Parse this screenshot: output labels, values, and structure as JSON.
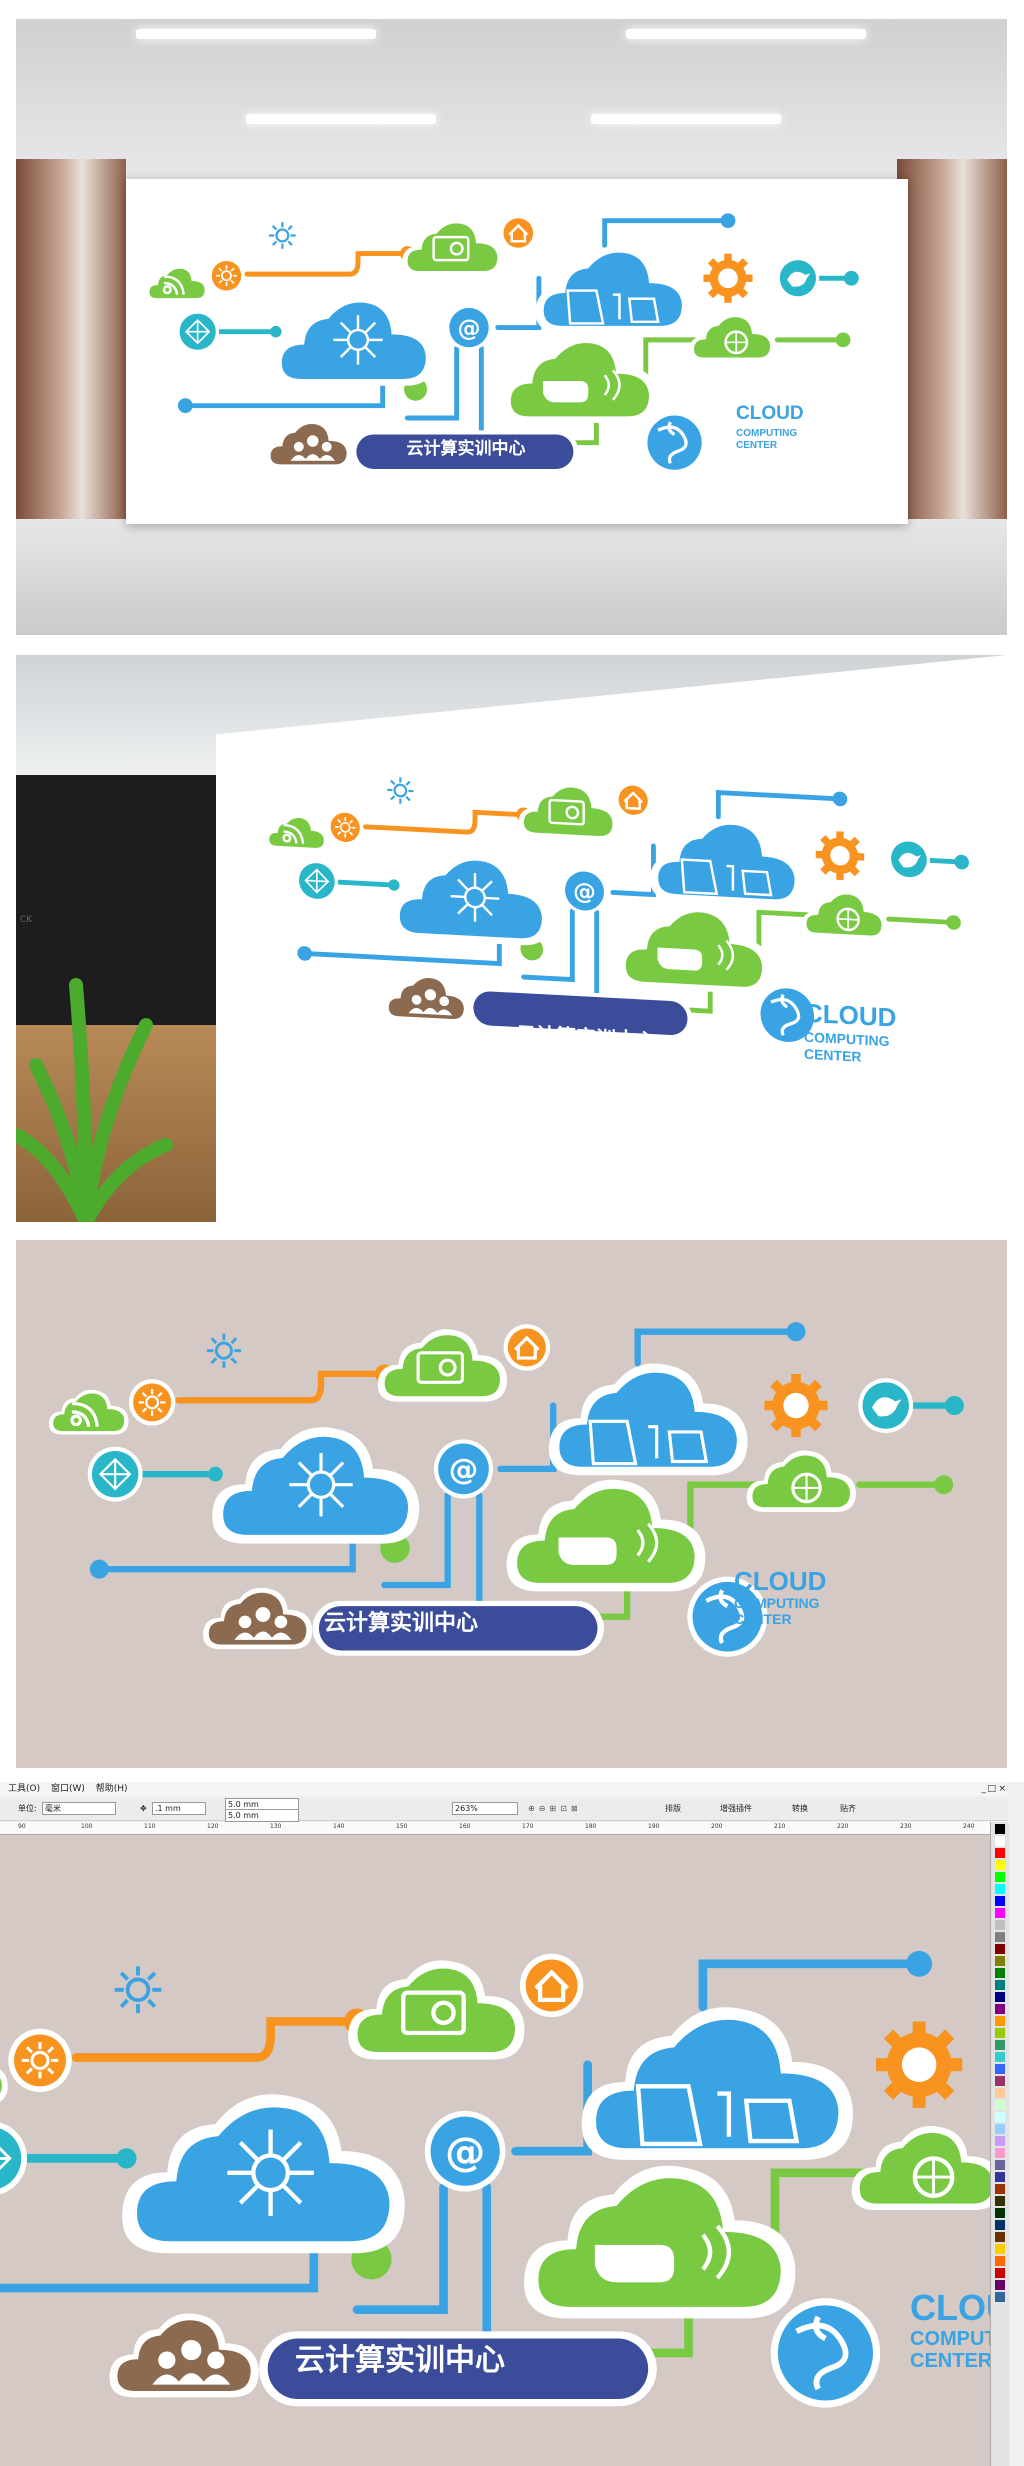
{
  "graphic": {
    "title": "云计算实训中心",
    "brand_line1": "CLOUD",
    "brand_line2": "COMPUTING",
    "brand_line3": "CENTER"
  },
  "photo_text": {
    "fragment": "CK"
  },
  "software": {
    "menu": [
      "工具(O)",
      "窗口(W)",
      "帮助(H)"
    ],
    "window_controls": [
      "_",
      "□",
      "×"
    ],
    "unit_label": "单位:",
    "unit_value": "毫米",
    "nudge_value": ".1 mm",
    "dup_x": "5.0 mm",
    "dup_y": "5.0 mm",
    "zoom_value": "263%",
    "toolbar_buttons": [
      "排版",
      "增强插件",
      "转换",
      "贴齐"
    ],
    "ruler_ticks": [
      "90",
      "100",
      "110",
      "120",
      "130",
      "140",
      "150",
      "160",
      "170",
      "180",
      "190",
      "200",
      "210",
      "220",
      "230",
      "240"
    ]
  },
  "colors": {
    "blue": "#3aa3e3",
    "green": "#7ac943",
    "orange": "#f7931e",
    "teal": "#29b6c9",
    "brown": "#8b6a50",
    "navy": "#3b4d9a",
    "canvas": "#d4c9c4"
  },
  "palette": [
    "#000000",
    "#ffffff",
    "#ff0000",
    "#ffff00",
    "#00ff00",
    "#00ffff",
    "#0000ff",
    "#ff00ff",
    "#c0c0c0",
    "#808080",
    "#800000",
    "#808000",
    "#008000",
    "#008080",
    "#000080",
    "#800080",
    "#ff9900",
    "#99cc00",
    "#339966",
    "#33cccc",
    "#3366ff",
    "#993366",
    "#ffcc99",
    "#ccffcc",
    "#ccffff",
    "#99ccff",
    "#cc99ff",
    "#ff99cc",
    "#666699",
    "#333399",
    "#993300",
    "#333300",
    "#003300",
    "#003366",
    "#663300",
    "#ffcc00",
    "#ff6600",
    "#cc0000",
    "#660066",
    "#336699"
  ]
}
